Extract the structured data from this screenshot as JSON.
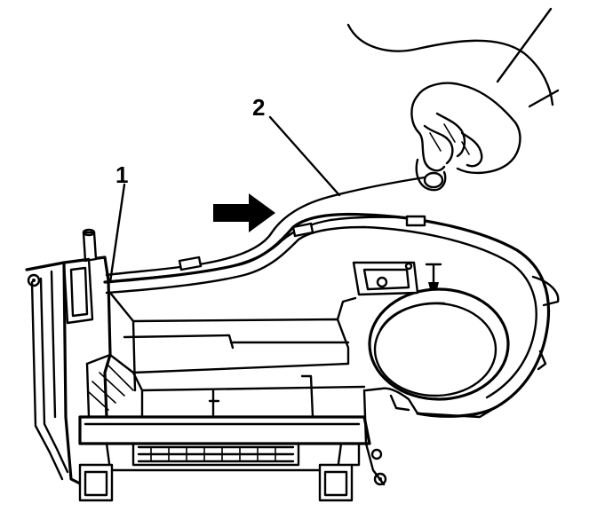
{
  "callouts": [
    {
      "id": "1",
      "label": "1"
    },
    {
      "id": "2",
      "label": "2"
    }
  ],
  "icons": {
    "direction_arrow": "direction-arrow-icon",
    "hand": "hand-icon"
  }
}
